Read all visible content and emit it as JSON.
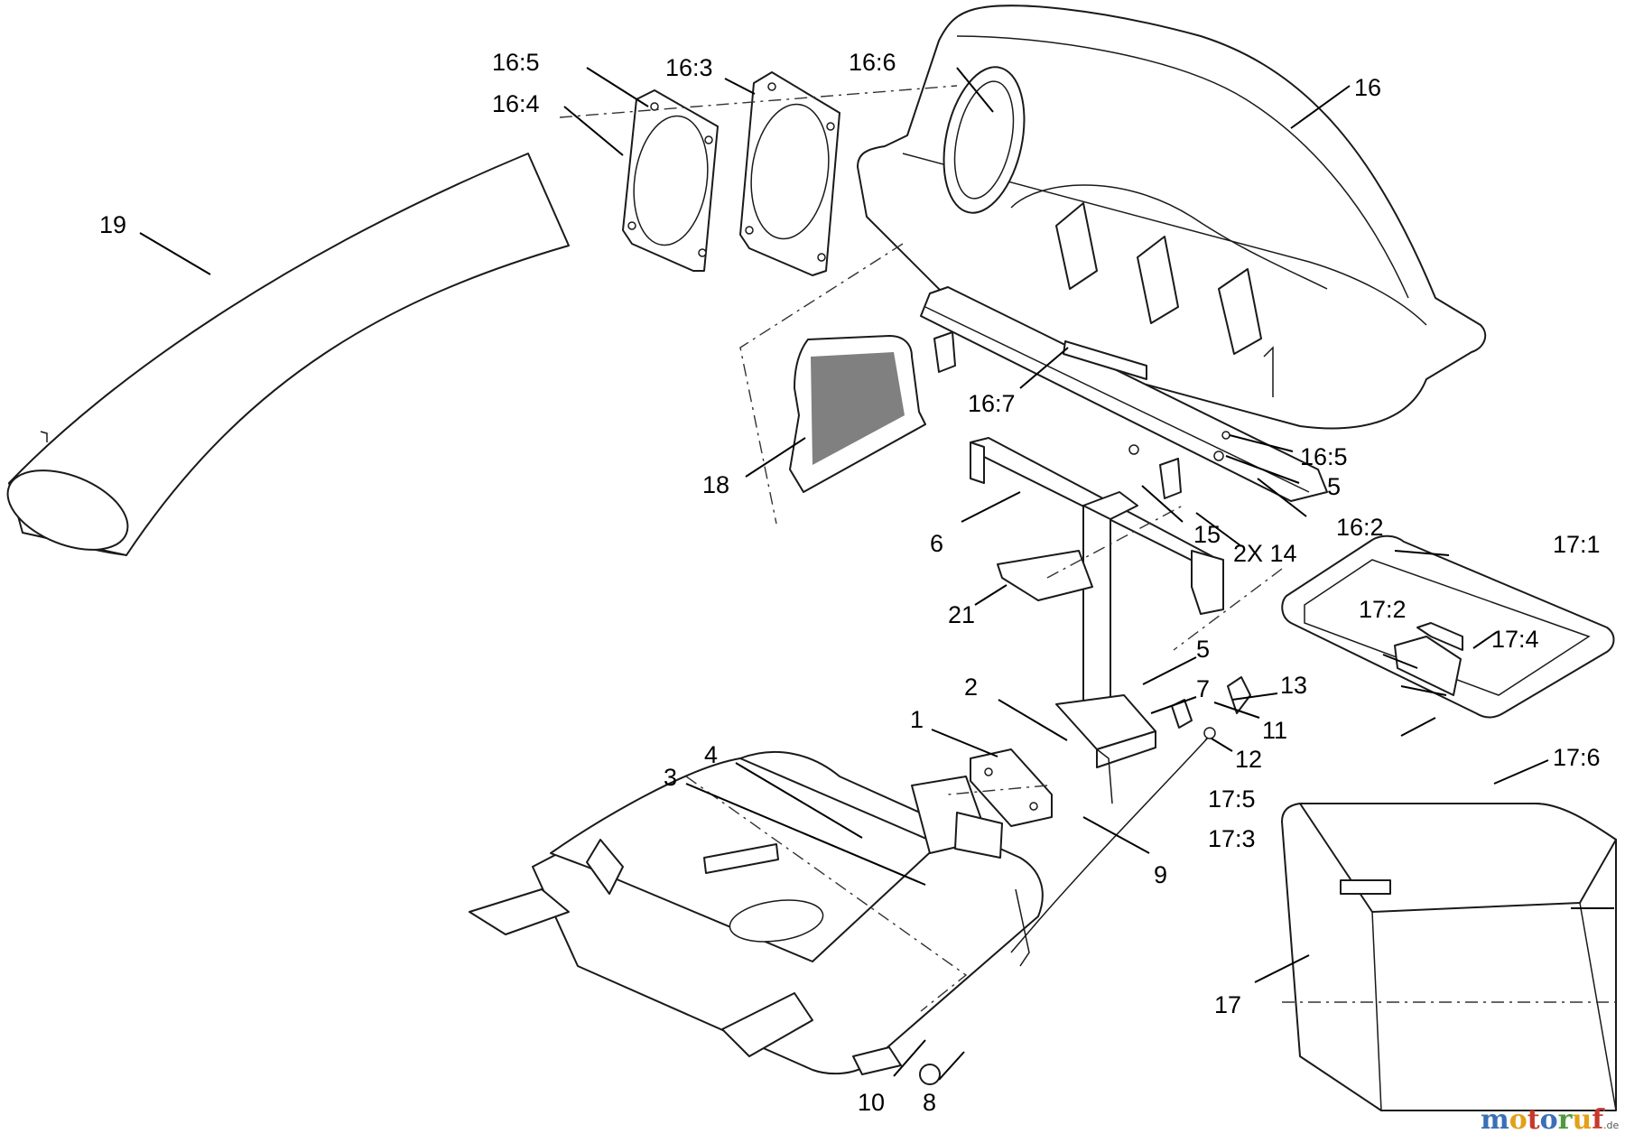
{
  "diagram": {
    "callouts": {
      "c1": "1",
      "c2": "2",
      "c3": "3",
      "c4": "4",
      "c5a": "5",
      "c5b": "5",
      "c6": "6",
      "c7": "7",
      "c8": "8",
      "c9": "9",
      "c10": "10",
      "c11": "11",
      "c12": "12",
      "c13": "13",
      "c14": "2X 14",
      "c15": "15",
      "c16": "16",
      "c16_2": "16:2",
      "c16_3": "16:3",
      "c16_4": "16:4",
      "c16_5a": "16:5",
      "c16_5b": "16:5",
      "c16_6": "16:6",
      "c16_7": "16:7",
      "c17": "17",
      "c17_1": "17:1",
      "c17_2": "17:2",
      "c17_3": "17:3",
      "c17_4": "17:4",
      "c17_5": "17:5",
      "c17_6": "17:6",
      "c18": "18",
      "c19": "19",
      "c21": "21"
    },
    "watermark": {
      "letters": [
        "m",
        "o",
        "t",
        "o",
        "r",
        "u",
        "f"
      ],
      "letter_colors": [
        "#3b6fb6",
        "#e2a11a",
        "#c8372d",
        "#3b6fb6",
        "#4f9a3a",
        "#e2a11a",
        "#c8372d"
      ],
      "suffix": ".de"
    }
  }
}
